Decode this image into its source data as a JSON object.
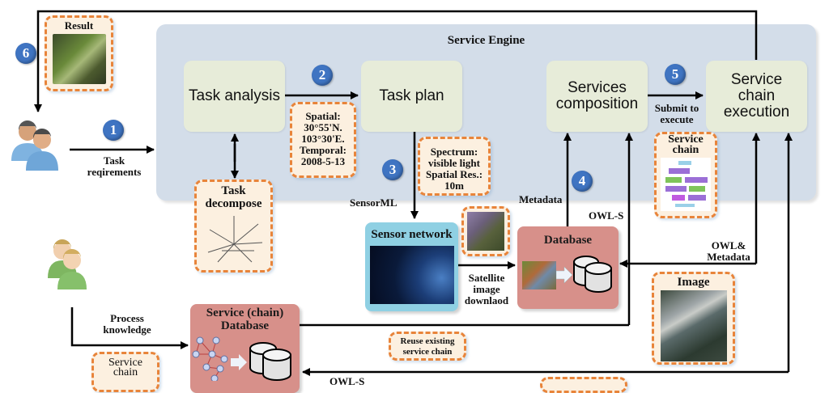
{
  "diagram": {
    "engine_title": "Service Engine",
    "processes": {
      "task_analysis": "Task analysis",
      "task_plan": "Task plan",
      "services_composition": "Services composition",
      "service_chain_execution": "Service chain execution"
    },
    "steps": [
      "1",
      "2",
      "3",
      "4",
      "5",
      "6"
    ],
    "notes": {
      "result": "Result",
      "task_decompose": "Task decompose",
      "spatial_temporal": [
        "Spatial:",
        "30°55'N.",
        "103°30'E.",
        "Temporal:",
        "2008-5-13"
      ],
      "spectrum": [
        "Spectrum:",
        "visible light",
        "Spatial Res.:",
        "10m"
      ],
      "service_chain": "Service chain",
      "image": "Image",
      "reuse": [
        "Reuse existing",
        "service chain"
      ],
      "service_chain_model": [
        "Service",
        "chain"
      ]
    },
    "edge_labels": {
      "task_requirements": [
        "Task",
        "reqirements"
      ],
      "submit_to_execute": [
        "Submit to",
        "execute"
      ],
      "sensorml": "SensorML",
      "metadata": "Metadata",
      "owl_s": "OWL-S",
      "owl_metadata": [
        "OWL&",
        "Metadata"
      ],
      "satellite_download": [
        "Satellite",
        "image",
        "downlaod"
      ],
      "process_knowledge": [
        "Process",
        "knowledge"
      ],
      "owl_s_bottom": "OWL-S"
    },
    "stores": {
      "sensor_network": "Sensor network",
      "database": "Database",
      "service_chain_database": [
        "Service (chain)",
        "Database"
      ]
    },
    "icons": {
      "users_blue": "user-group-icon",
      "users_green": "expert-group-icon",
      "database": "database-cylinder-icon"
    }
  }
}
